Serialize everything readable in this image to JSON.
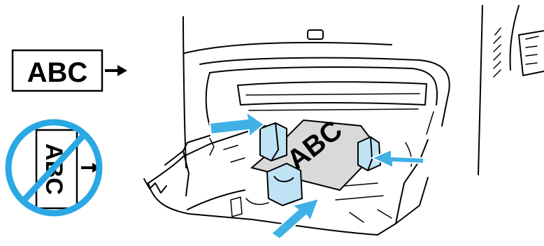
{
  "correct_orientation": {
    "text": "ABC"
  },
  "incorrect_orientation": {
    "text": "ABC"
  },
  "paper_in_tray": {
    "text": "ABC"
  },
  "colors": {
    "arrow_fill": "#3fb1e6",
    "prohibition_ring": "#2aa8e4",
    "guide_fill": "#bfe3f4",
    "paper_fill": "#d9d9d9",
    "line": "#000000"
  }
}
